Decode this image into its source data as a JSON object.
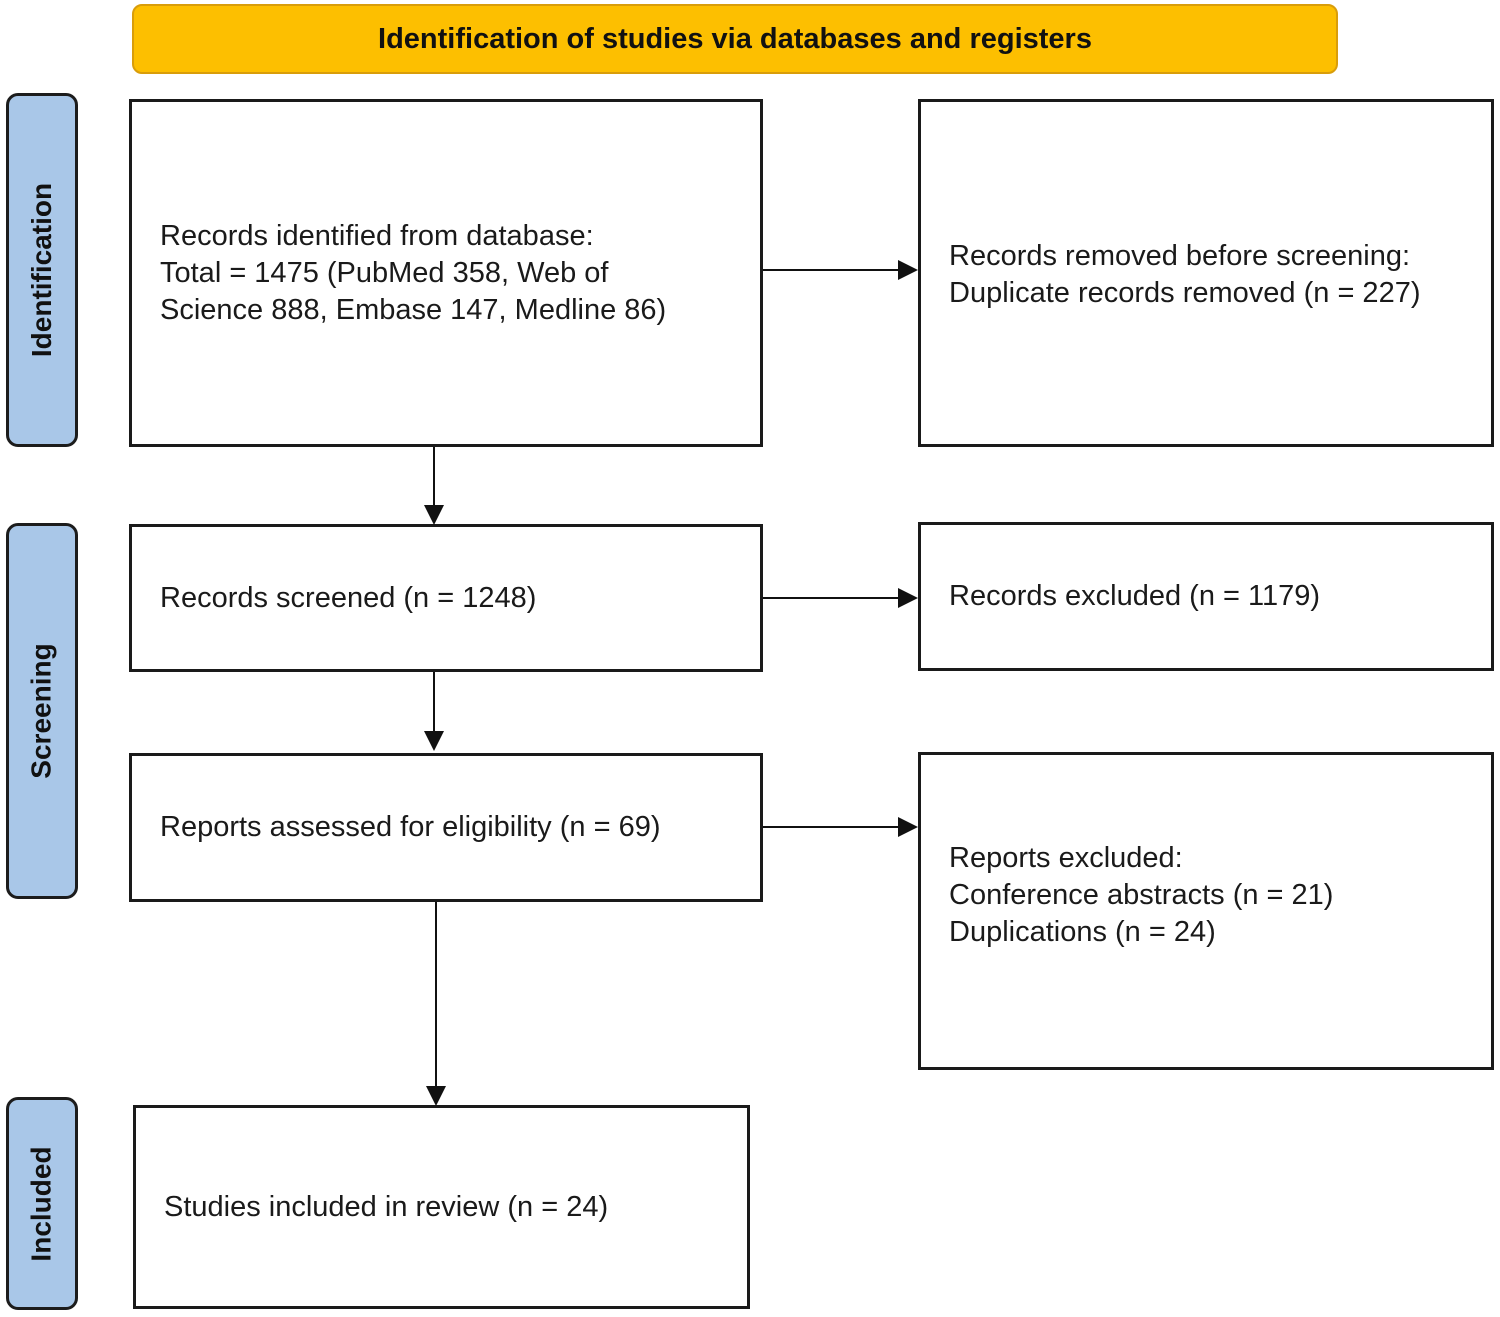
{
  "header": {
    "title": "Identification of studies via databases and registers"
  },
  "phases": {
    "identification": "Identification",
    "screening": "Screening",
    "included": "Included"
  },
  "boxes": {
    "records_identified": {
      "line1": "Records identified from database:",
      "line2": "Total = 1475 (PubMed 358, Web of",
      "line3": "Science 888, Embase 147, Medline 86)"
    },
    "records_removed": {
      "line1": "Records removed before screening:",
      "line2": "Duplicate records removed (n = 227)"
    },
    "records_screened": {
      "line1": "Records screened (n = 1248)"
    },
    "records_excluded": {
      "line1": "Records excluded (n = 1179)"
    },
    "reports_assessed": {
      "line1": "Reports assessed for eligibility (n = 69)"
    },
    "reports_excluded": {
      "line1": "Reports excluded:",
      "line2": "Conference abstracts (n = 21)",
      "line3": "Duplications (n = 24)"
    },
    "studies_included": {
      "line1": "Studies included in review (n = 24)"
    }
  },
  "colors": {
    "header_fill": "#fdbf00",
    "phase_fill": "#a9c7e8",
    "stroke": "#1a1a1a"
  }
}
